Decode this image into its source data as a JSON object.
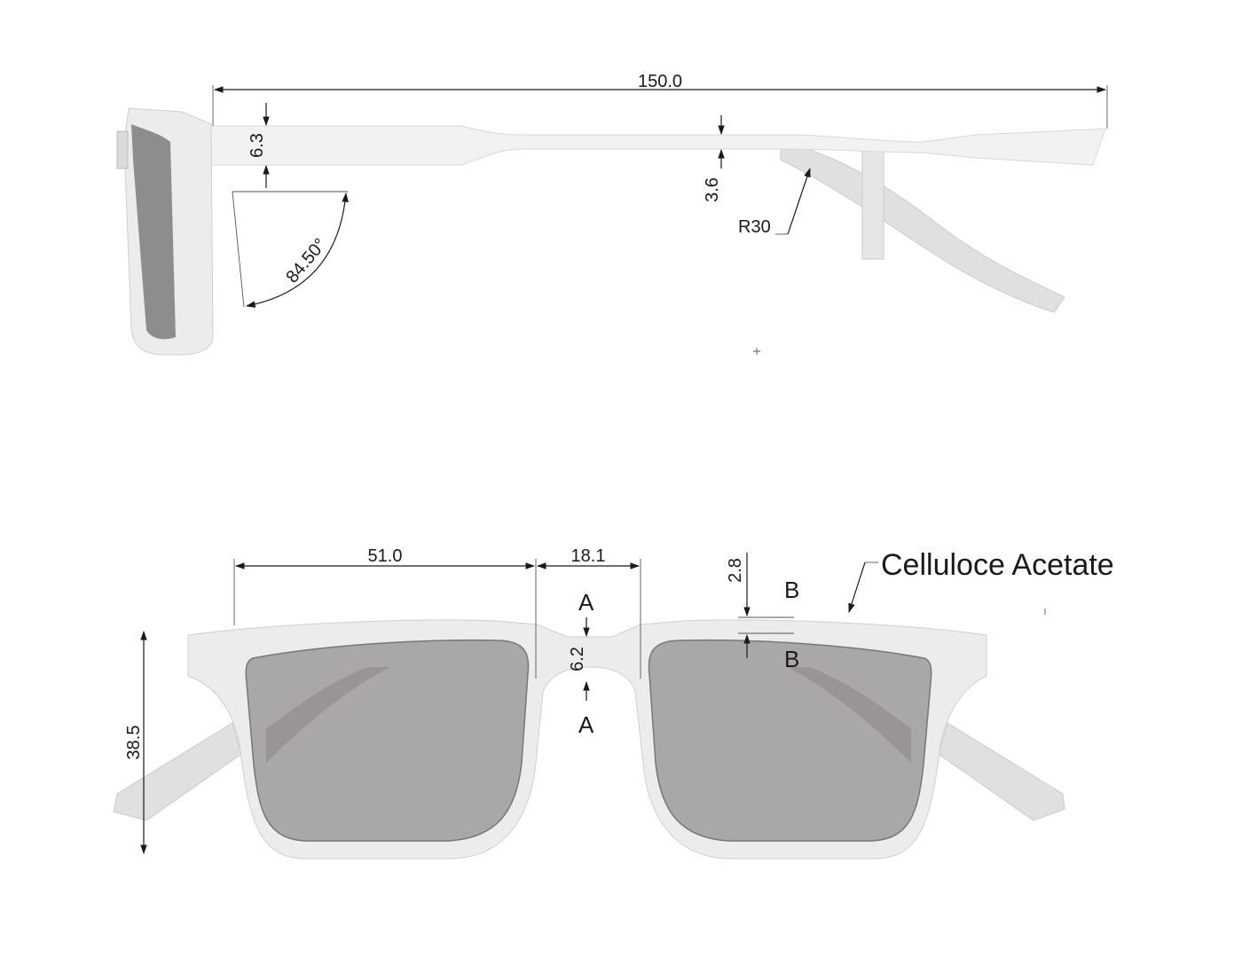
{
  "side_view": {
    "overall_length": "150.0",
    "hinge_height": "6.3",
    "temple_height": "3.6",
    "temple_radius": "R30",
    "frame_angle": "84.50°"
  },
  "front_view": {
    "lens_width": "51.0",
    "bridge_width": "18.1",
    "lens_height": "38.5",
    "bridge_thickness": "6.2",
    "rim_thickness": "2.8",
    "section_a_top": "A",
    "section_a_bottom": "A",
    "section_b_top": "B",
    "section_b_bottom": "B",
    "material_label": "Celluloce Acetate"
  },
  "colors": {
    "frame": "#ececec",
    "lens": "#aaa7a7",
    "dimension_line": "#1a1a1a"
  }
}
